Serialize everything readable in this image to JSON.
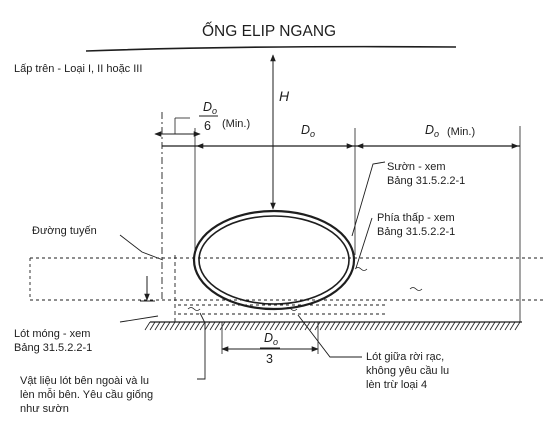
{
  "title": "ỐNG ELIP NGANG",
  "labels": {
    "cover": "Lấp trên - Loại I, II hoặc III",
    "height_symbol": "H",
    "do_symbol": "D",
    "do_subscript": "o",
    "six": "6",
    "three": "3",
    "min": "(Min.)",
    "haunch_line1": "Sườn - xem",
    "haunch_line2": "Bảng 31.5.2.2-1",
    "lower_side_line1": "Phía thấp - xem",
    "lower_side_line2": "Bảng 31.5.2.2-1",
    "spring_line": "Đường tuyến",
    "bedding_line1": "Lót móng - xem",
    "bedding_line2": "Bảng 31.5.2.2-1",
    "middle_bedding_line1": "Lót giữa rời rạc,",
    "middle_bedding_line2": "không yêu cầu lu",
    "middle_bedding_line3": "lèn trừ loại 4",
    "outer_material_line1": "Vật liệu lót bên ngoài và lu",
    "outer_material_line2": "lèn mỗi bên. Yêu cầu giống",
    "outer_material_line3": "như sườn"
  },
  "colors": {
    "ink": "#1e1e1e",
    "background": "#ffffff"
  }
}
